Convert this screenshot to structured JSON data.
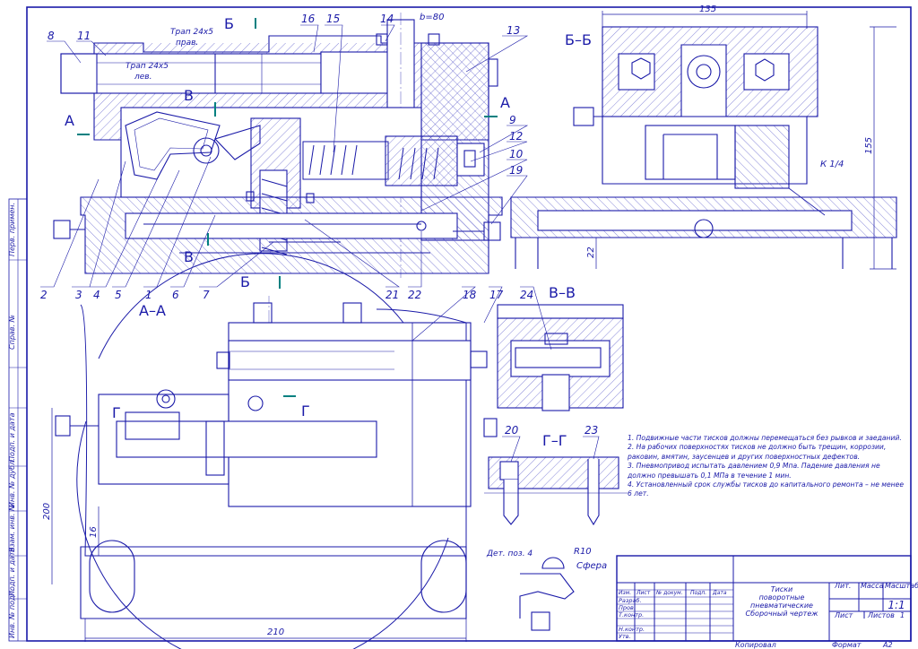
{
  "colors": {
    "line": "#1a1aa8",
    "hatch": "#5656c8",
    "axis": "#008080",
    "paper": "#ffffff"
  },
  "callouts": {
    "c8": "8",
    "c11": "11",
    "c16": "16",
    "c15": "15",
    "c14": "14",
    "c13": "13",
    "c9": "9",
    "c12": "12",
    "c10": "10",
    "c19": "19",
    "c2": "2",
    "c3": "3",
    "c4": "4",
    "c5": "5",
    "c1": "1",
    "c6": "6",
    "c7": "7",
    "c21": "21",
    "c22": "22",
    "c18": "18",
    "c17": "17",
    "c24": "24",
    "c20": "20",
    "c23": "23"
  },
  "thread_notes": {
    "trap_prav": "Трап 24х5",
    "prav": "прав.",
    "trap_lev": "Трап 24х5",
    "lev": "лев."
  },
  "section_marks": {
    "b": "Б",
    "v": "В",
    "a": "А",
    "g": "Г"
  },
  "view_titles": {
    "bb": "Б–Б",
    "aa": "А–А",
    "vv": "В–В",
    "gg": "Г–Г"
  },
  "dimensions": {
    "b80": "b=80",
    "d135": "135",
    "d155": "155",
    "d22": "22",
    "d200": "200",
    "d16": "16",
    "d210": "210",
    "k14": "К 1/4",
    "r10": "R10",
    "sfera": "Сфера"
  },
  "detail_label": "Дет. поз. 4",
  "notes": [
    "1. Подвижные части тисков должны перемещаться без рывков и заеданий.",
    "2. На рабочих поверхностях тисков не должно быть трещин, коррозии, раковин, вмятин, заусенцев и других поверхностных дефектов.",
    "3. Пневмопривод испытать давлением 0,9 Мпа. Падение давления не должно превышать 0,1 МПа в течение 1 мин.",
    "4. Установленный срок службы тисков до капитального ремонта – не менее 6 лет."
  ],
  "title_block": {
    "title_l1": "Тиски",
    "title_l2": "поворотные",
    "title_l3": "пневматические",
    "title_l4": "Сборочный чертеж",
    "lit": "Лит.",
    "massa": "Масса",
    "masshtab": "Масштаб",
    "scale_val": "1:1",
    "list": "Лист",
    "listov": "Листов",
    "listov_val": "1",
    "izm": "Изм.",
    "list_col": "Лист",
    "ndokum": "№ докум.",
    "podp": "Подп.",
    "data": "Дата",
    "razrab": "Разраб.",
    "prov": "Пров.",
    "tkontr": "Т.контр.",
    "nkontr": "Н.контр.",
    "utv": "Утв.",
    "kopiroval": "Копировал",
    "format": "Формат",
    "format_val": "А2"
  },
  "side_stamp": {
    "perv_primen": "Перв. примен.",
    "sprav": "Справ. №",
    "podp_data1": "Подп. и дата",
    "inv_dubl": "Инв. № дубл.",
    "vzam_inv": "Взам. инв. №",
    "podp_data2": "Подп. и дата",
    "inv_podl": "Инв. № подл."
  }
}
